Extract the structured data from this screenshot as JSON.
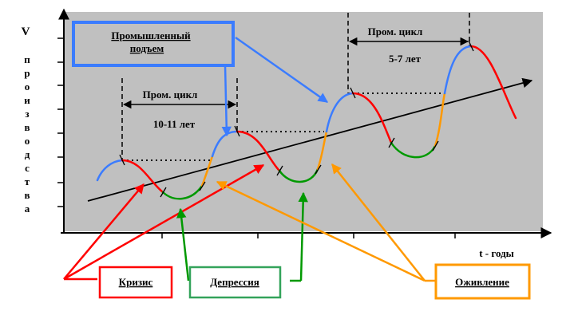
{
  "y_axis": {
    "title": "V",
    "vertical_label": [
      "п",
      "р",
      "о",
      "и",
      "з",
      "в",
      "о",
      "д",
      "с",
      "т",
      "в",
      "а"
    ]
  },
  "x_axis": {
    "label": "t - годы"
  },
  "boxes": {
    "industrial_rise": [
      "Промышленный",
      "подъем"
    ],
    "crisis": "Кризис",
    "depression": "Депрессия",
    "revival": "Оживление"
  },
  "annotations": {
    "cycle1_label": "Пром. цикл",
    "cycle1_years": "10-11 лет",
    "cycle2_label": "Пром. цикл",
    "cycle2_years": "5-7 лет"
  },
  "colors": {
    "background": "#c0c0c0",
    "crisis": "#ff0000",
    "depression": "#009900",
    "revival": "#ff9900",
    "rise": "#3b7cff",
    "depression_box": "#33a35a"
  }
}
